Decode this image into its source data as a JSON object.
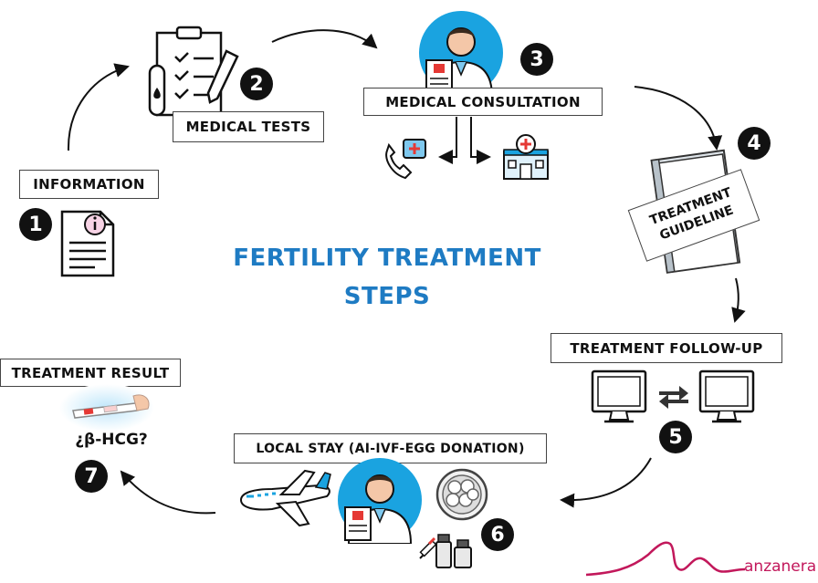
{
  "title": {
    "line1": "FERTILITY TREATMENT",
    "line2": "STEPS"
  },
  "steps": [
    {
      "number": "1",
      "label": "INFORMATION"
    },
    {
      "number": "2",
      "label": "MEDICAL TESTS"
    },
    {
      "number": "3",
      "label": "MEDICAL CONSULTATION"
    },
    {
      "number": "4",
      "label_line1": "TREATMENT",
      "label_line2": "GUIDELINE"
    },
    {
      "number": "5",
      "label": "TREATMENT FOLLOW-UP"
    },
    {
      "number": "6",
      "label": "LOCAL STAY (AI-IVF-EGG DONATION)"
    },
    {
      "number": "7",
      "label": "TREATMENT RESULT"
    }
  ],
  "result_text": "¿β-HCG?",
  "brand": "anzanera",
  "colors": {
    "title": "#1e7bc3",
    "doctor_circle": "#1aa3e0",
    "brand": "#c2185b",
    "number_badge": "#111111"
  },
  "icons": [
    "document-info-icon",
    "clipboard-checklist-icon",
    "test-tube-icon",
    "pencil-icon",
    "doctor-icon",
    "phone-medical-icon",
    "hospital-icon",
    "book-icon",
    "monitor-icon",
    "exchange-arrows-icon",
    "pregnancy-test-icon",
    "airplane-icon",
    "embryo-icon",
    "medicine-vials-icon",
    "syringe-icon"
  ]
}
